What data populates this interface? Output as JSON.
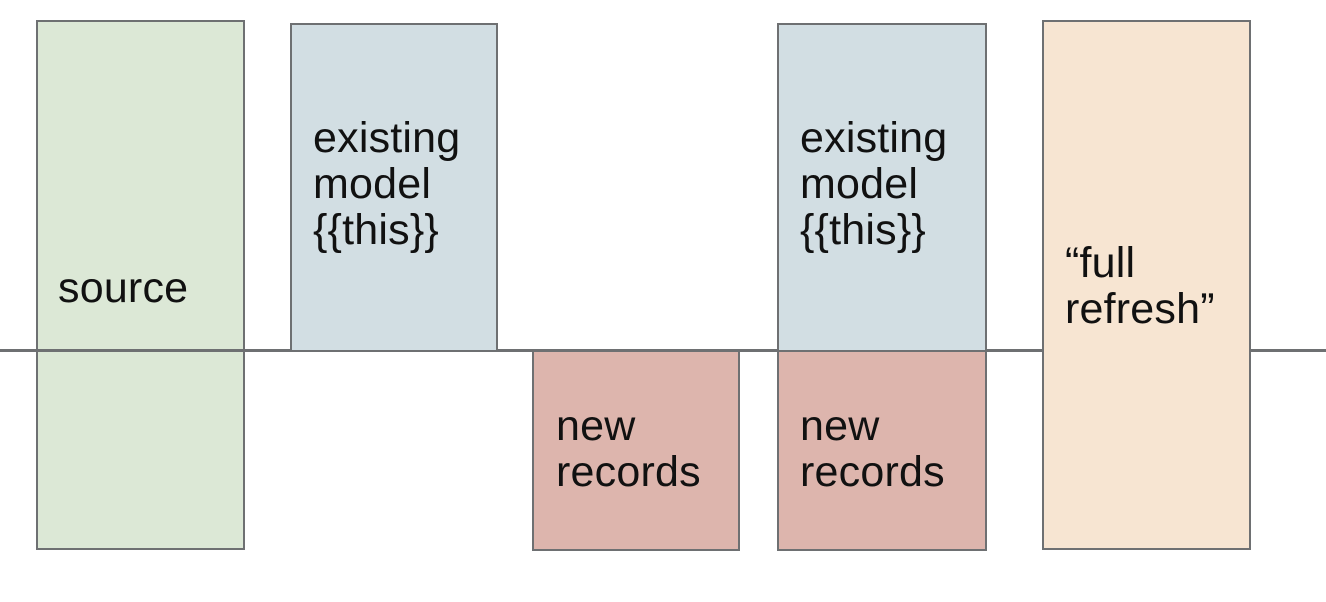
{
  "colors": {
    "source_fill": "#dce8d6",
    "model_fill": "#d2dee3",
    "new_fill": "#ddb5ad",
    "refresh_fill": "#f7e5d2",
    "border": "#6e7072",
    "text": "#111111",
    "background": "#ffffff"
  },
  "boxes": {
    "source": {
      "label": "source"
    },
    "existing_model_left": {
      "label": "existing\nmodel\n{{this}}"
    },
    "new_records_left": {
      "label": "new\nrecords"
    },
    "existing_model_right": {
      "label": "existing\nmodel\n{{this}}"
    },
    "new_records_right": {
      "label": "new\nrecords"
    },
    "full_refresh": {
      "label": "“full\nrefresh”"
    }
  }
}
